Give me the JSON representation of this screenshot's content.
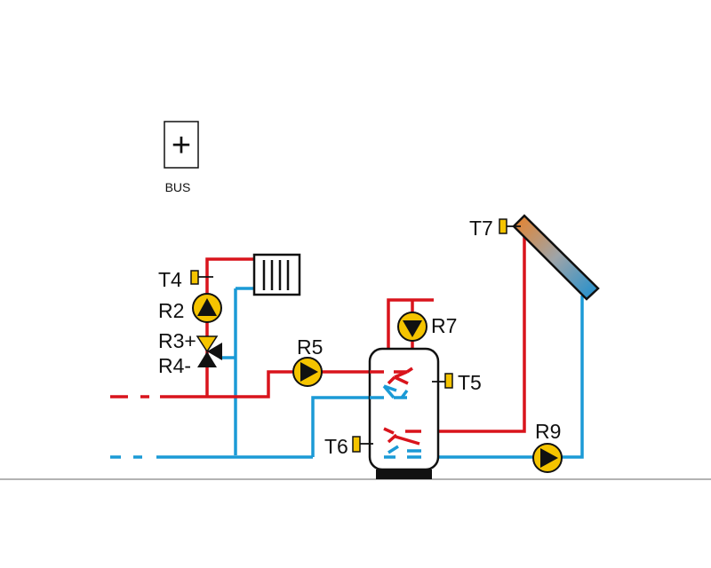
{
  "diagram": {
    "bus_label": "BUS",
    "bus_symbol": "+",
    "labels": {
      "t4": "T4",
      "r2": "R2",
      "r3": "R3+",
      "r4": "R4-",
      "r5": "R5",
      "r7": "R7",
      "t5": "T5",
      "t6": "T6",
      "t7": "T7",
      "r9": "R9"
    },
    "colors": {
      "hot": "#d9141c",
      "cold": "#1b9ad6",
      "pump": "#f5c400",
      "sensor": "#f5c400",
      "outline": "#111111",
      "ground_line": "#9a9a9a"
    },
    "icons": {
      "pump": "circulation-pump-icon",
      "sensor": "temperature-sensor-icon",
      "radiator": "radiator-icon",
      "valve": "three-way-valve-icon",
      "collector": "solar-collector-icon",
      "tank": "storage-tank-icon"
    }
  }
}
